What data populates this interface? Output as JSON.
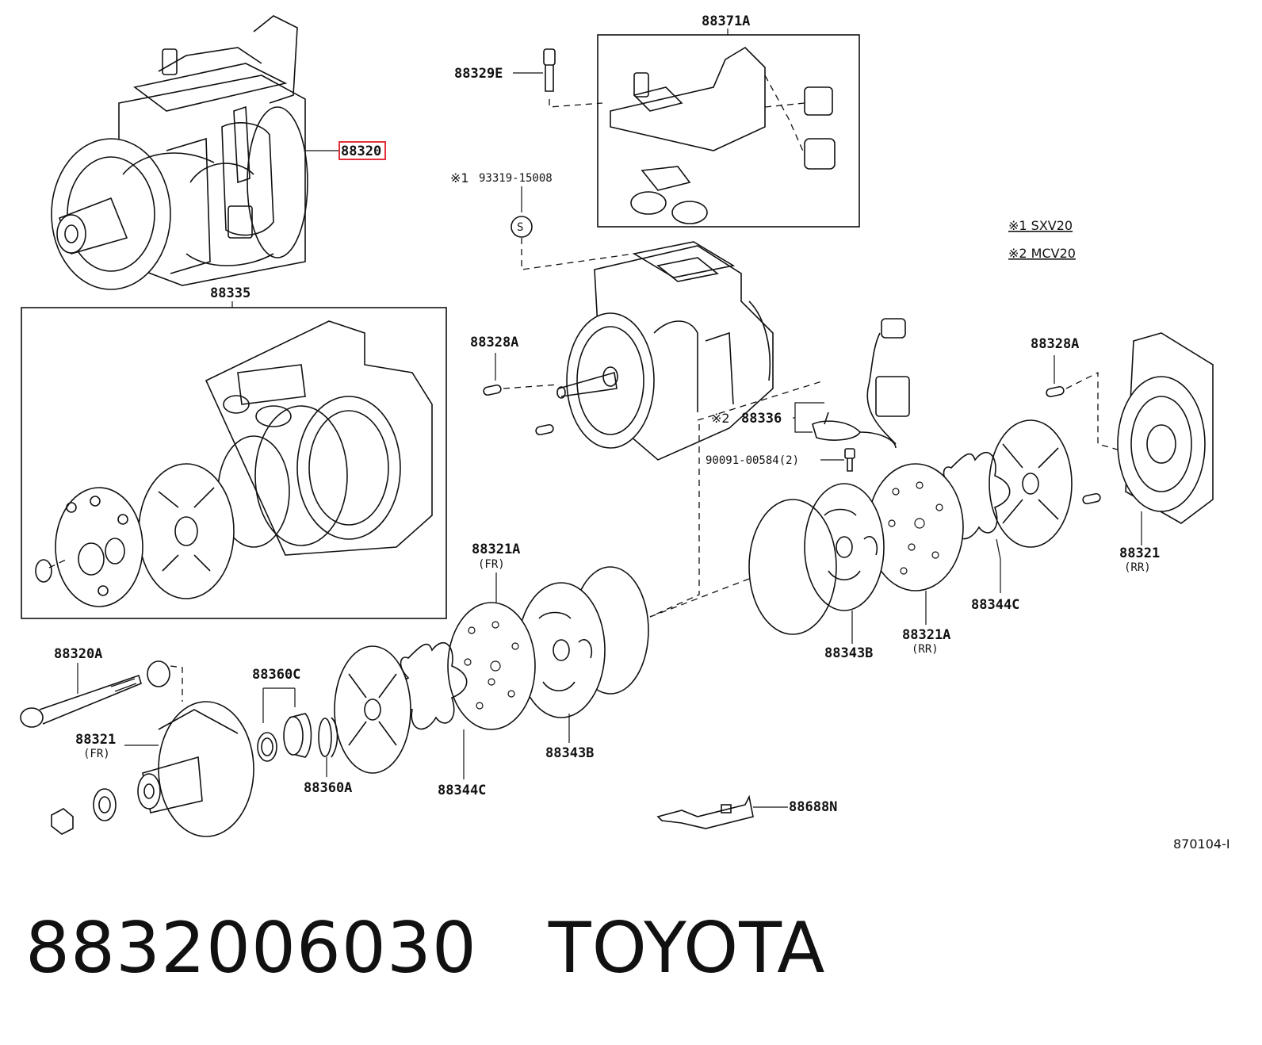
{
  "labels": {
    "p88320": "88320",
    "p88335": "88335",
    "p88371A": "88371A",
    "p88329E": "88329E",
    "p93319": "93319-15008",
    "note1_ref": "※1",
    "s_mark": "S",
    "legend1": "※1 SXV20",
    "legend2": "※2 MCV20",
    "p88328A_left": "88328A",
    "p88328A_right": "88328A",
    "note2_ref": "※2",
    "p88336": "88336",
    "p90091": "90091-00584(2)",
    "p88321_rr": "88321",
    "rr1": "(RR)",
    "p88321A_fr": "88321A",
    "fr1": "(FR)",
    "p88344C_right": "88344C",
    "p88321A_rr": "88321A",
    "rr2": "(RR)",
    "p88343B_right": "88343B",
    "p88320A": "88320A",
    "p88360C": "88360C",
    "p88321_fr": "88321",
    "fr2": "(FR)",
    "p88360A": "88360A",
    "p88344C_left": "88344C",
    "p88343B_left": "88343B",
    "p88688N": "88688N",
    "ref_code": "870104-I"
  },
  "highlight_color": "#e0313a",
  "footer": {
    "part_number": "8832006030",
    "brand": "TOYOTA"
  }
}
